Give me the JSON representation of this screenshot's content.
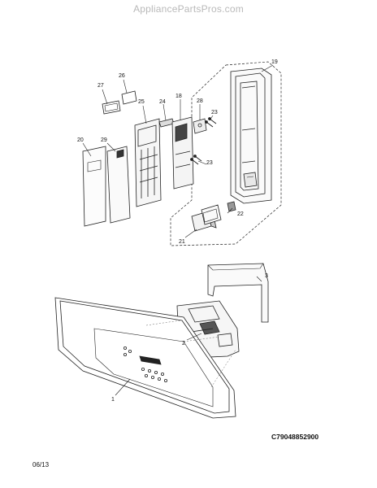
{
  "watermark": "AppliancePartsPros.com",
  "diagram_code": "C79048852900",
  "revision_date": "06/13",
  "callouts": {
    "p1": "1",
    "p2": "2",
    "p3": "3",
    "p19": "19",
    "p20": "20",
    "p21": "21",
    "p22": "22",
    "p23a": "23",
    "p23b": "23",
    "p24": "24",
    "p25": "25",
    "p26": "26",
    "p27": "27",
    "p28": "28",
    "p29": "29",
    "p18": "18"
  }
}
